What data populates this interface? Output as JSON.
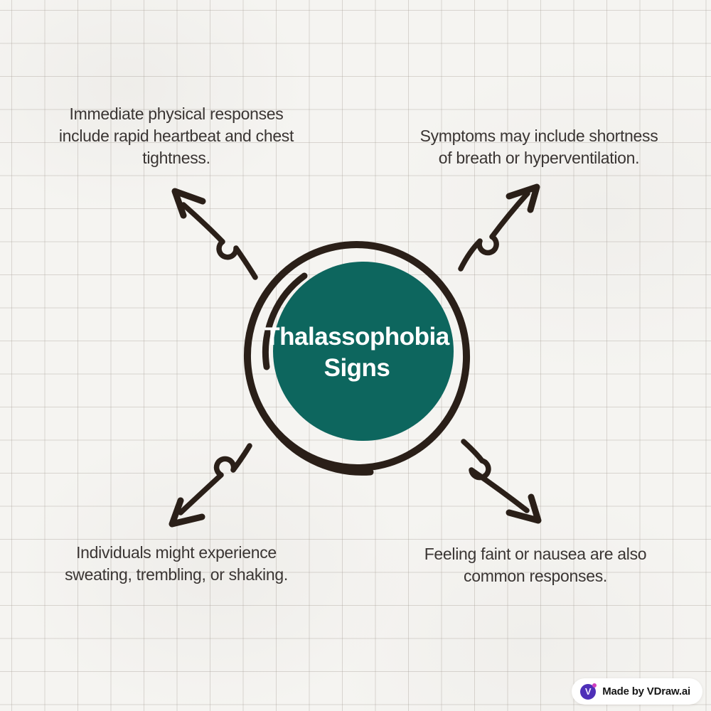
{
  "background": {
    "paper_color": "#f5f4f1",
    "grid_color": "#a7a098",
    "style": "squared-paper"
  },
  "center": {
    "title": "Thalassophobia\nSigns",
    "fill_color": "#0d665e",
    "ring_color": "#2a1f18",
    "text_color": "#ffffff"
  },
  "notes": [
    {
      "position": "top-left",
      "text": "Immediate physical responses\ninclude rapid heartbeat and chest\ntightness."
    },
    {
      "position": "top-right",
      "text": "Symptoms may include shortness\nof breath or hyperventilation."
    },
    {
      "position": "bottom-left",
      "text": "Individuals might experience\nsweating, trembling, or shaking."
    },
    {
      "position": "bottom-right",
      "text": "Feeling faint or nausea are also\ncommon responses."
    }
  ],
  "notes_style": {
    "text_color": "#3a3533"
  },
  "arrows": {
    "color": "#2a1f18",
    "style": "hand-drawn-with-loop",
    "directions": [
      "to-top-left",
      "to-top-right",
      "to-bottom-left",
      "to-bottom-right"
    ]
  },
  "badge": {
    "label": "Made by VDraw.ai",
    "logo_letter": "V",
    "logo_color": "#4e2fb8",
    "accent_dot_color": "#cf3fbe",
    "background": "#ffffff",
    "text_color": "#161616"
  }
}
